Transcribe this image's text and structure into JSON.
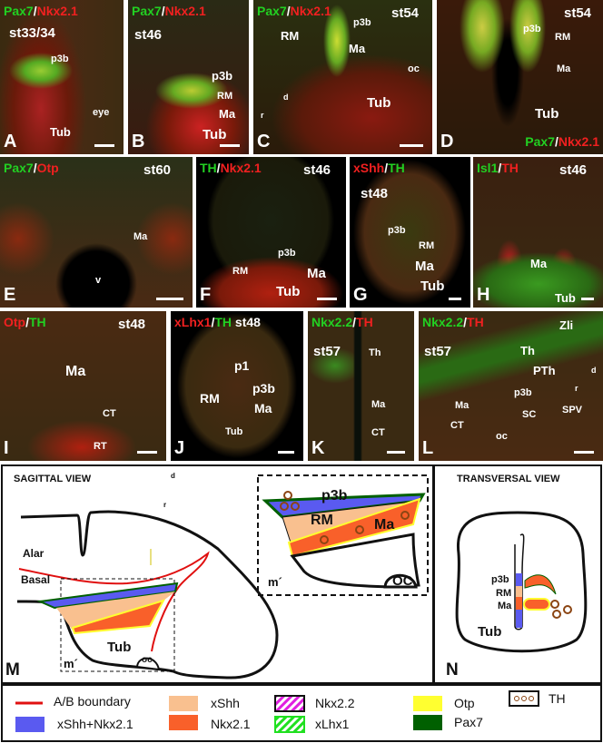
{
  "panels": [
    {
      "letter": "A",
      "stain1": "Pax7",
      "stain2": "Nkx2.1",
      "stage": "st33/34",
      "labels": [
        "p3b",
        "Tub",
        "eye"
      ]
    },
    {
      "letter": "B",
      "stain1": "Pax7",
      "stain2": "Nkx2.1",
      "stage": "st46",
      "labels": [
        "p3b",
        "RM",
        "Ma",
        "Tub"
      ]
    },
    {
      "letter": "C",
      "stain1": "Pax7",
      "stain2": "Nkx2.1",
      "stage": "st54",
      "labels": [
        "p3b",
        "RM",
        "Ma",
        "oc",
        "Tub",
        "d",
        "r"
      ]
    },
    {
      "letter": "D",
      "stain1": "Pax7",
      "stain2": "Nkx2.1",
      "stage": "st54",
      "labels": [
        "p3b",
        "RM",
        "Ma",
        "Tub"
      ]
    },
    {
      "letter": "E",
      "stain1": "Pax7",
      "stain2": "Otp",
      "stage": "st60",
      "labels": [
        "Ma",
        "v"
      ]
    },
    {
      "letter": "F",
      "stain1": "TH",
      "stain2": "Nkx2.1",
      "stage": "st46",
      "labels": [
        "p3b",
        "RM",
        "Ma",
        "Tub"
      ]
    },
    {
      "letter": "G",
      "stain1": "xShh",
      "stain2": "TH",
      "stage": "st48",
      "labels": [
        "p3b",
        "RM",
        "Ma",
        "Tub"
      ]
    },
    {
      "letter": "H",
      "stain1": "Isl1",
      "stain2": "TH",
      "stage": "st46",
      "labels": [
        "Ma",
        "Tub"
      ]
    },
    {
      "letter": "I",
      "stain1": "Otp",
      "stain2": "TH",
      "stage": "st48",
      "labels": [
        "Ma",
        "CT",
        "RT"
      ]
    },
    {
      "letter": "J",
      "stain1": "xLhx1",
      "stain2": "TH",
      "stage": "st48",
      "labels": [
        "p1",
        "p3b",
        "RM",
        "Ma",
        "Tub"
      ]
    },
    {
      "letter": "K",
      "stain1": "Nkx2.2",
      "stain2": "TH",
      "stage": "st57",
      "labels": [
        "Th",
        "Ma",
        "CT"
      ]
    },
    {
      "letter": "L",
      "stain1": "Nkx2.2",
      "stain2": "TH",
      "stage": "st57",
      "labels": [
        "Zli",
        "Th",
        "PTh",
        "p3b",
        "Ma",
        "CT",
        "SC",
        "SPV",
        "oc",
        "d",
        "r"
      ]
    }
  ],
  "sep": "/",
  "diagram": {
    "m": {
      "letter": "M",
      "title": "SAGITTAL VIEW",
      "alar": "Alar",
      "basal": "Basal",
      "tub": "Tub",
      "oc": "oc",
      "mprime": "m´",
      "d": "d",
      "r": "r",
      "inset": {
        "p3b": "p3b",
        "rm": "RM",
        "ma": "Ma",
        "oc": "OC",
        "mprime": "m´"
      }
    },
    "n": {
      "letter": "N",
      "title": "TRANSVERSAL VIEW",
      "p3b": "p3b",
      "rm": "RM",
      "ma": "Ma",
      "tub": "Tub"
    }
  },
  "legend": [
    {
      "label": "A/B boundary",
      "color": "#e01010"
    },
    {
      "label": "xShh+Nkx2.1",
      "color": "#5a5af0"
    },
    {
      "label": "xShh",
      "color": "#f9c08f"
    },
    {
      "label": "Nkx2.1",
      "color": "#f9602a"
    },
    {
      "label": "Nkx2.2",
      "color": "#e020e0"
    },
    {
      "label": "xLhx1",
      "color": "#20e020"
    },
    {
      "label": "Otp",
      "color": "#ffff30"
    },
    {
      "label": "Pax7",
      "color": "#006000"
    },
    {
      "label": "TH",
      "color": "#8b4513"
    }
  ]
}
